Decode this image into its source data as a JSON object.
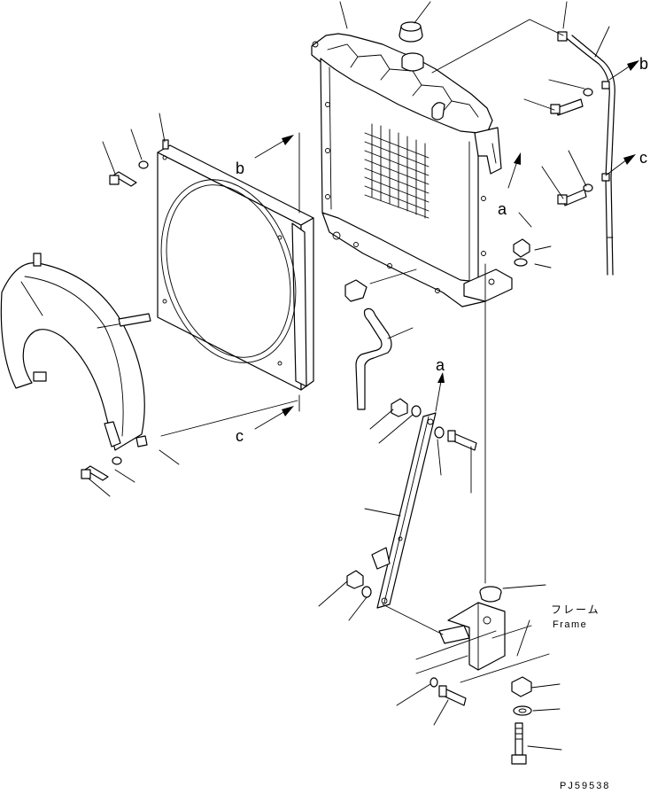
{
  "diagram": {
    "view_letters": {
      "a_top": "a",
      "a_mid": "a",
      "b_right": "b",
      "b_left": "b",
      "c_right": "c",
      "c_left": "c"
    },
    "frame_label_jp": "フレーム",
    "frame_label_en": "Frame",
    "drawing_code": "PJ59538"
  }
}
